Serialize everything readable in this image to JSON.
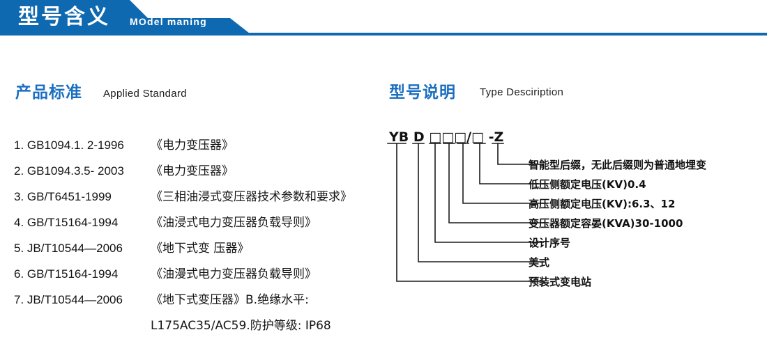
{
  "header": {
    "title_cn": "型号含义",
    "title_en": "MOdel maning",
    "bar_color": "#0f69b0",
    "shape_color": "#0f69b0"
  },
  "sections": {
    "standards": {
      "title_cn": "产品标准",
      "title_en": "Applied Standard",
      "title_color": "#1b6fc0"
    },
    "type_description": {
      "title_cn": "型号说明",
      "title_en": "Type Desciription",
      "title_color": "#1b6fc0"
    }
  },
  "standards_list": [
    {
      "index": "1.",
      "code": "GB1094.1. 2-1996",
      "name": "《电力变压器》",
      "continuation": false
    },
    {
      "index": "2.",
      "code": "GB1094.3.5- 2003",
      "name": "《电力变压器》",
      "continuation": false
    },
    {
      "index": "3.",
      "code": "GB/T6451-1999",
      "name": "《三相油浸式变压器技术参数和要求》",
      "continuation": false
    },
    {
      "index": "4.",
      "code": "GB/T15164-1994",
      "name": "《油浸式电力变压器负载导则》",
      "continuation": false
    },
    {
      "index": "5.",
      "code": "JB/T10544—2006",
      "name": "《地下式变 压器》",
      "continuation": false
    },
    {
      "index": "6.",
      "code": "GB/T15164-1994",
      "name": "《油漫式电力变压器负载导则》",
      "continuation": false
    },
    {
      "index": "7.",
      "code": "JB/T10544—2006",
      "name": "《地下式变压器》B.绝缘水平:",
      "continuation": false
    },
    {
      "index": "",
      "code": "",
      "name": "L175AC35/AC59.防护等级: IP68",
      "continuation": true
    }
  ],
  "type_code": {
    "display": "YB D □□□/□ -Z",
    "segments": [
      "YB",
      "D",
      "□",
      "□",
      "□/□",
      "-Z"
    ]
  },
  "type_leaders": [
    {
      "id": "intelligent-suffix",
      "label": "智能型后缀，无此后缀则为普通地埋变"
    },
    {
      "id": "lv-rated-voltage",
      "label": "低压侧额定电压(KV)0.4"
    },
    {
      "id": "hv-rated-voltage",
      "label": "高压侧额定电压(KV):6.3、12"
    },
    {
      "id": "rated-capacity",
      "label": "变压器额定容晏(KVA)30-1000"
    },
    {
      "id": "design-serial",
      "label": "设计序号"
    },
    {
      "id": "american-style",
      "label": "美式"
    },
    {
      "id": "prefab-substation",
      "label": "预装式变电站"
    }
  ]
}
